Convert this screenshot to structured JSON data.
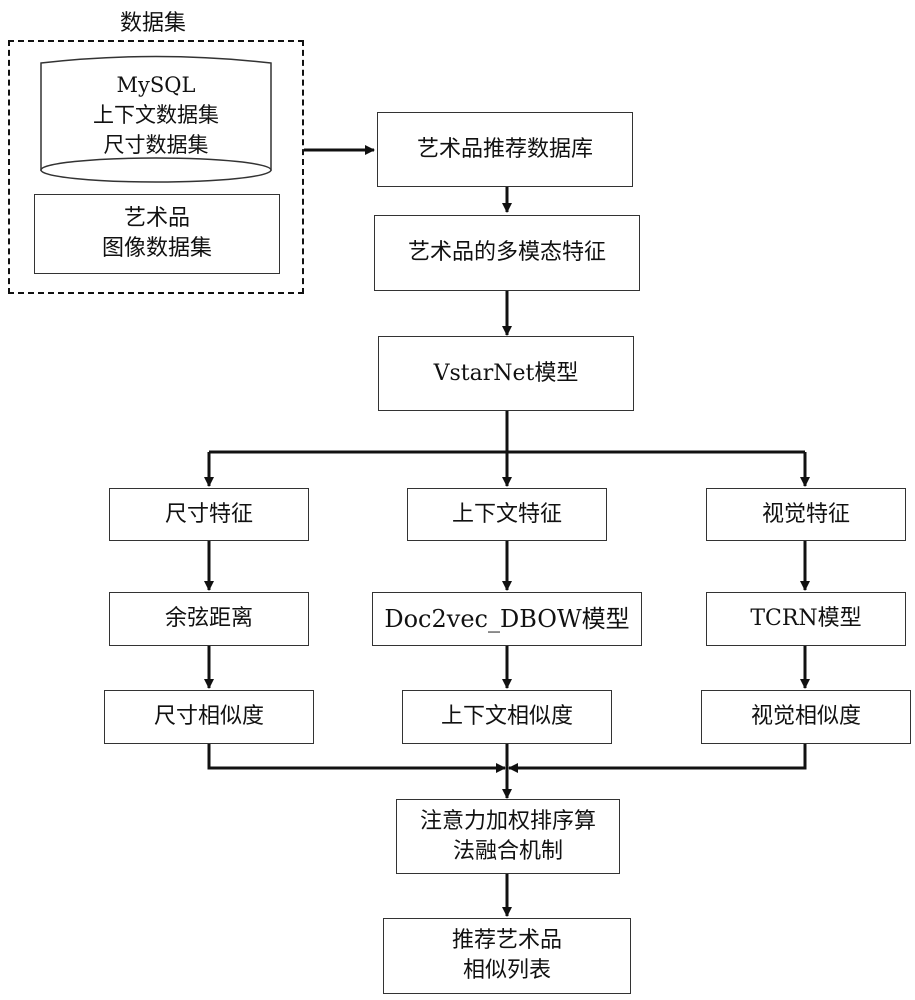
{
  "dataset_group": {
    "title": "数据集",
    "database": {
      "lines": [
        "MySQL",
        "上下文数据集",
        "尺寸数据集"
      ]
    },
    "image_dataset": {
      "lines": [
        "艺术品",
        "图像数据集"
      ]
    }
  },
  "nodes": {
    "recommend_db": "艺术品推荐数据库",
    "multimodal_features": "艺术品的多模态特征",
    "vstarnet": "VstarNet模型",
    "size_feature": "尺寸特征",
    "context_feature": "上下文特征",
    "visual_feature": "视觉特征",
    "cosine_distance": "余弦距离",
    "doc2vec": "Doc2vec_DBOW模型",
    "tcrn": "TCRN模型",
    "size_similarity": "尺寸相似度",
    "context_similarity": "上下文相似度",
    "visual_similarity": "视觉相似度",
    "fusion": {
      "lines": [
        "注意力加权排序算",
        "法融合机制"
      ]
    },
    "result": {
      "lines": [
        "推荐艺术品",
        "相似列表"
      ]
    }
  },
  "colors": {
    "line": "#111111",
    "box_border": "#333333",
    "background": "#ffffff"
  }
}
